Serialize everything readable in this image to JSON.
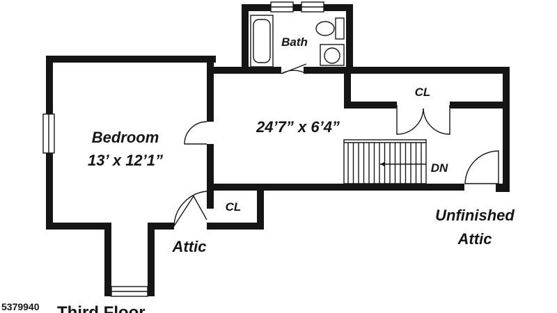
{
  "rooms": {
    "bedroom": {
      "name": "Bedroom",
      "dimensions": "13’ x 12’1”"
    },
    "hall": {
      "dimensions": "24’7” x 6’4”"
    },
    "bath": {
      "name": "Bath"
    },
    "closet_upper": {
      "name": "CL"
    },
    "closet_lower": {
      "name": "CL"
    },
    "stairs": {
      "direction": "DN"
    },
    "attic": {
      "name": "Attic"
    },
    "unfinished_attic": {
      "line1": "Unfinished",
      "line2": "Attic"
    }
  },
  "floor_label": "Third Floor",
  "listing_id": "5379940",
  "colors": {
    "wall": "#151515",
    "background": "#ffffff"
  }
}
